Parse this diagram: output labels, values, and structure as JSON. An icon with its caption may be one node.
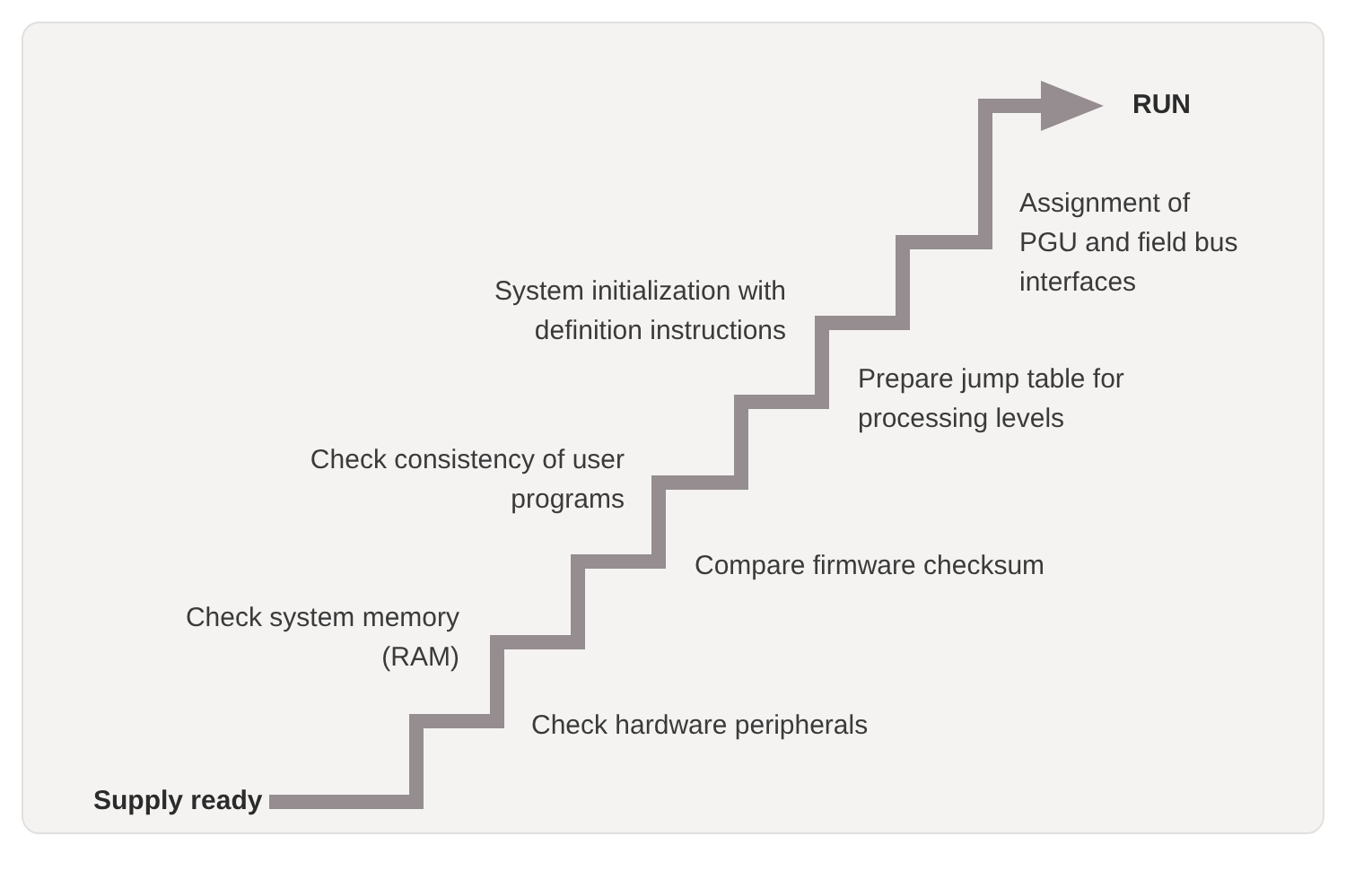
{
  "diagram": {
    "nodes": [
      {
        "text": [
          "Supply ready"
        ]
      },
      {
        "text": [
          "RUN"
        ]
      }
    ],
    "edges": [
      {
        "from": 0,
        "to": 1,
        "arrow": "to"
      }
    ],
    "labels": [
      "Assignment of PGU and field bus interfaces",
      "System initialization with definition instructions",
      "Prepare jump table for processing levels",
      "Check consistency of user programs",
      "Compare firmware checksum",
      "Check system memory (RAM)",
      "Check hardware peripherals"
    ]
  }
}
